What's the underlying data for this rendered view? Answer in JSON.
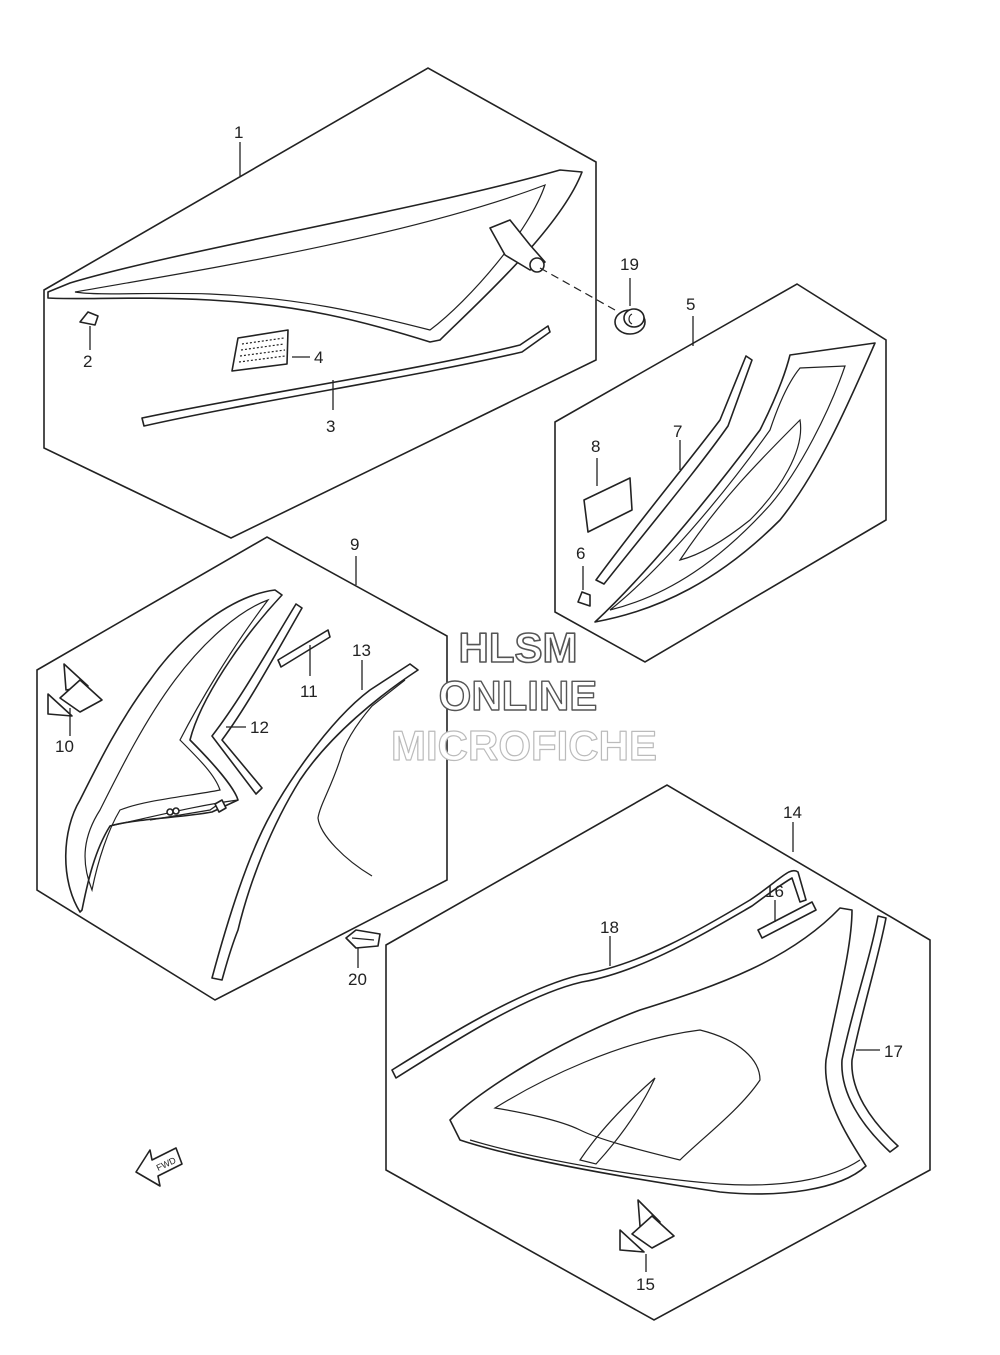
{
  "labels": {
    "p1": "1",
    "p2": "2",
    "p3": "3",
    "p4": "4",
    "p5": "5",
    "p6": "6",
    "p7": "7",
    "p8": "8",
    "p9": "9",
    "p10": "10",
    "p11": "11",
    "p12": "12",
    "p13": "13",
    "p14": "14",
    "p15": "15",
    "p16": "16",
    "p17": "17",
    "p18": "18",
    "p19": "19",
    "p20": "20"
  },
  "watermark": {
    "line1": "HLSM",
    "line2": "ONLINE",
    "line3": "MICROFICHE"
  },
  "fwd_arrow": {
    "text": "FWD"
  },
  "colors": {
    "line": "#222222",
    "background": "#ffffff",
    "watermark_outline": "#555555"
  }
}
